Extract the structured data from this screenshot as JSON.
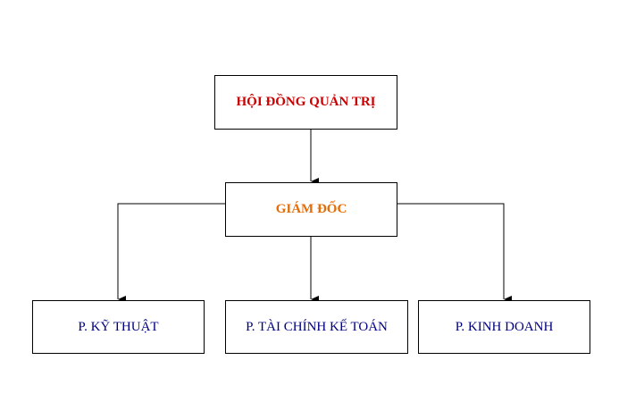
{
  "org_chart": {
    "board": {
      "label": "HỘI ĐỒNG QUẢN TRỊ"
    },
    "director": {
      "label": "GIÁM ĐỐC"
    },
    "departments": [
      {
        "label": "P. KỸ THUẬT"
      },
      {
        "label": "P. TÀI CHÍNH KẾ TOÁN"
      },
      {
        "label": "P. KINH DOANH"
      }
    ]
  },
  "colors": {
    "board_text": "#cc0000",
    "director_text": "#e36c09",
    "department_text": "#000080",
    "border": "#000000",
    "connector": "#000000"
  }
}
